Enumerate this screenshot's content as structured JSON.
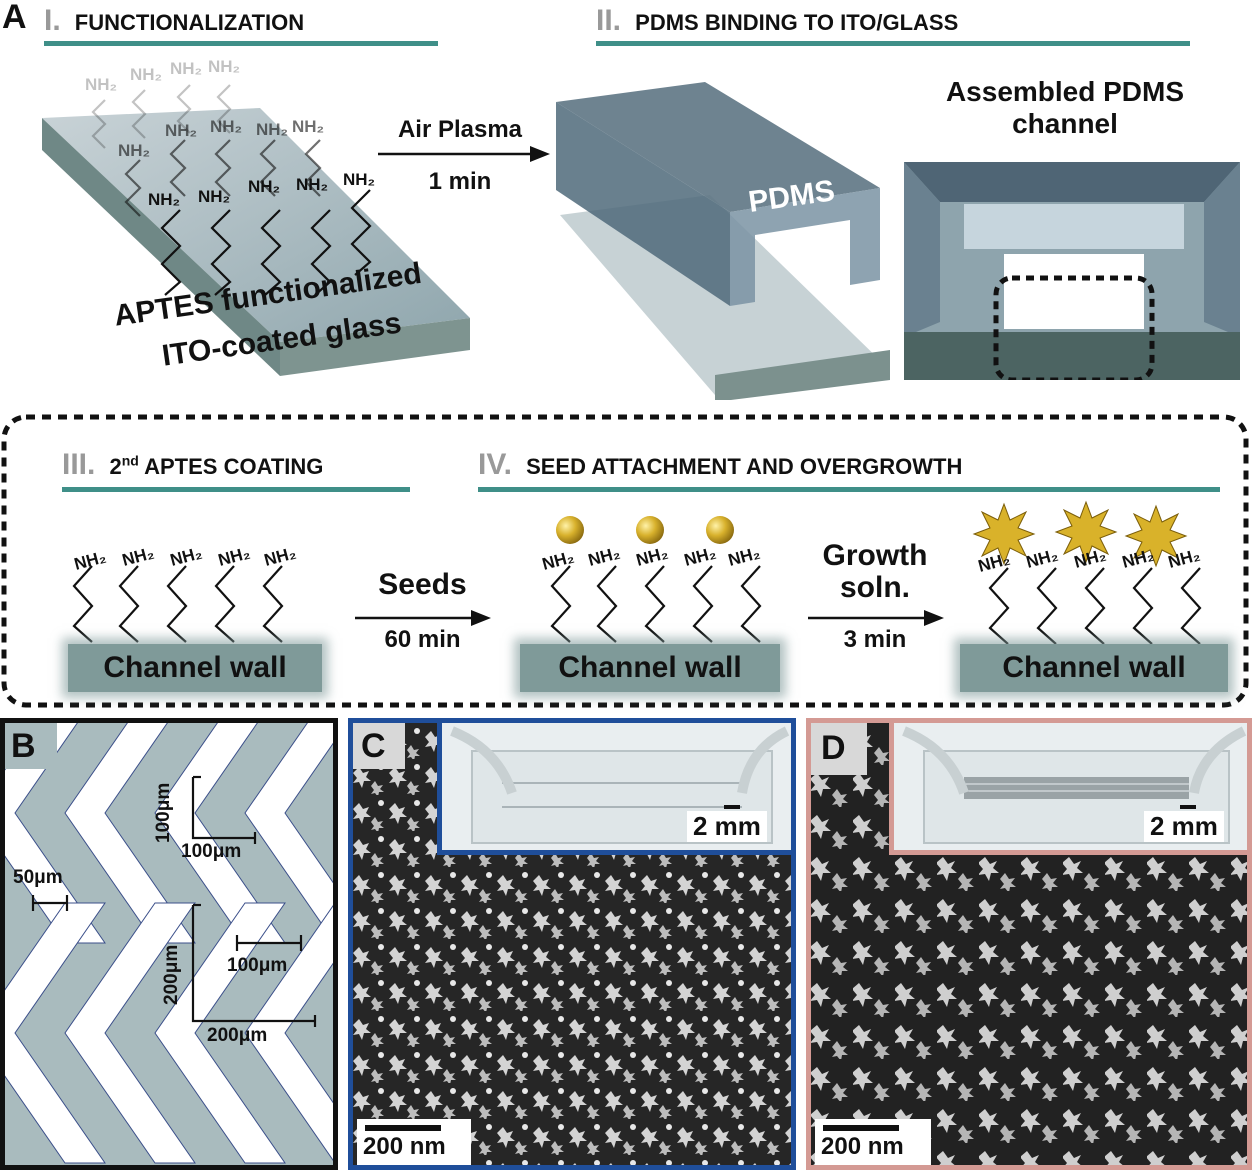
{
  "panel_a": {
    "letter": "A",
    "step1": {
      "num": "I.",
      "title": "FUNCTIONALIZATION"
    },
    "step2": {
      "num": "II.",
      "title": "PDMS BINDING TO ITO/GLASS"
    },
    "amine_label": "NH₂",
    "glass_caption_line1": "APTES functionalized",
    "glass_caption_line2": "ITO-coated glass",
    "arrow1_top": "Air Plasma",
    "arrow1_bottom": "1 min",
    "pdms_label": "PDMS",
    "assembled_line1": "Assembled PDMS",
    "assembled_line2": "channel",
    "step3": {
      "num": "III.",
      "title_pre": "2",
      "title_sup": "nd",
      "title_post": " APTES COATING"
    },
    "step4": {
      "num": "IV.",
      "title": "SEED ATTACHMENT AND OVERGROWTH"
    },
    "channel_wall": "Channel wall",
    "arrow2_top": "Seeds",
    "arrow2_bottom": "60 min",
    "arrow3_top_line1": "Growth",
    "arrow3_top_line2": "soln.",
    "arrow3_bottom": "3 min"
  },
  "panel_b": {
    "letter": "B",
    "dims": [
      "100μm",
      "100μm",
      "50μm",
      "200μm",
      "100μm",
      "200μm"
    ]
  },
  "panel_c": {
    "letter": "C",
    "scale_sem": "200 nm",
    "scale_inset": "2 mm",
    "frame_color": "#1f4e9a"
  },
  "panel_d": {
    "letter": "D",
    "scale_sem": "200 nm",
    "scale_inset": "2 mm",
    "frame_color": "#d49a94"
  },
  "colors": {
    "teal_bar": "#3f8f88",
    "wall": "#7f9a99",
    "gold": "#c9a227"
  }
}
